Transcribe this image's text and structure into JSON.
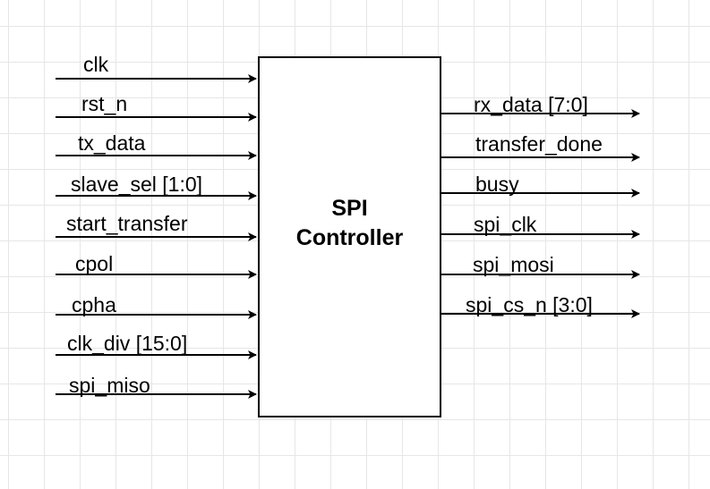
{
  "block": {
    "line1": "SPI",
    "line2": "Controller"
  },
  "inputs": [
    {
      "label": "clk"
    },
    {
      "label": "rst_n"
    },
    {
      "label": "tx_data"
    },
    {
      "label": "slave_sel [1:0]"
    },
    {
      "label": "start_transfer"
    },
    {
      "label": "cpol"
    },
    {
      "label": "cpha"
    },
    {
      "label": "clk_div [15:0]"
    },
    {
      "label": "spi_miso"
    }
  ],
  "outputs": [
    {
      "label": "rx_data [7:0]"
    },
    {
      "label": "transfer_done"
    },
    {
      "label": "busy"
    },
    {
      "label": "spi_clk"
    },
    {
      "label": "spi_mosi"
    },
    {
      "label": "spi_cs_n [3:0]"
    }
  ]
}
